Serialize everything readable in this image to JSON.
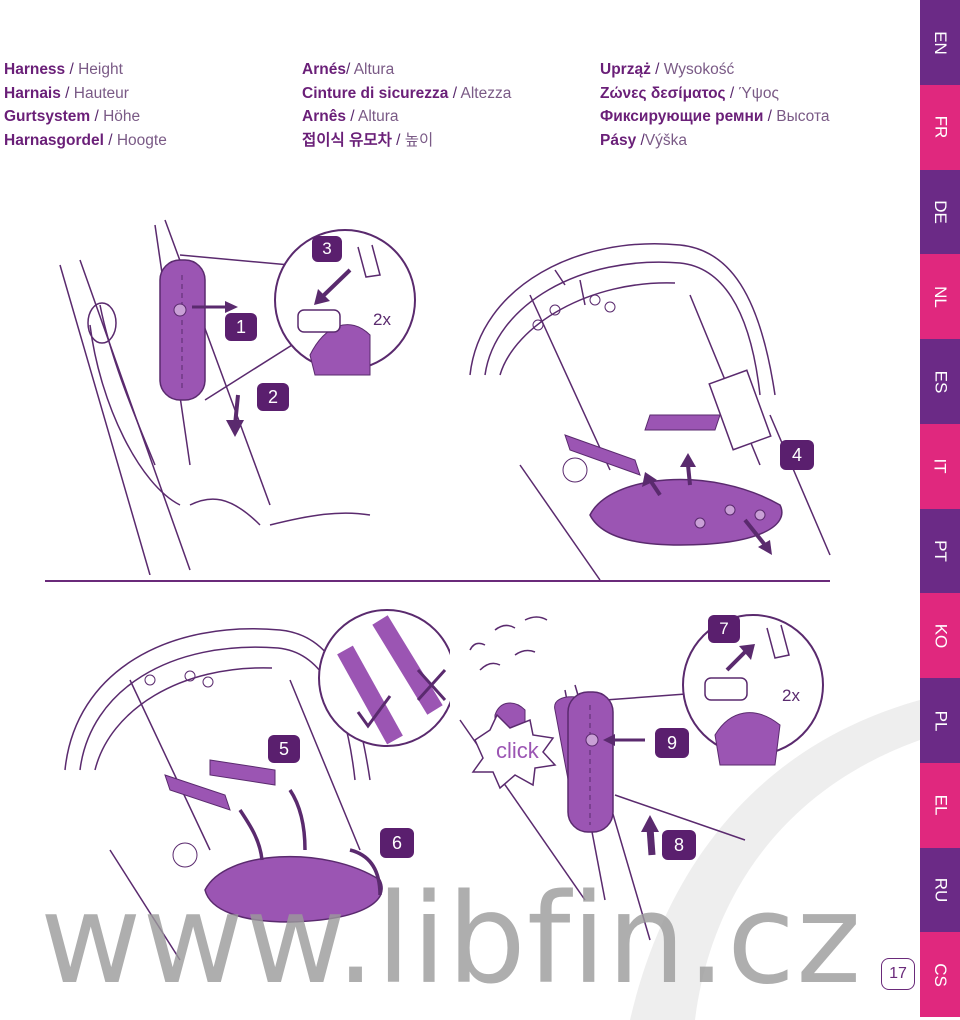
{
  "titles": {
    "col1": [
      {
        "bold": "Harness",
        "sep": " / ",
        "sub": "Height"
      },
      {
        "bold": "Harnais",
        "sep": " / ",
        "sub": "Hauteur"
      },
      {
        "bold": "Gurtsystem",
        "sep": " / ",
        "sub": "Höhe"
      },
      {
        "bold": "Harnasgordel",
        "sep": " / ",
        "sub": "Hoogte"
      }
    ],
    "col2": [
      {
        "bold": "Arnés",
        "sep": "/ ",
        "sub": "Altura"
      },
      {
        "bold": "Cinture di sicurezza",
        "sep": " / ",
        "sub": "Altezza"
      },
      {
        "bold": "Arnês",
        "sep": " / ",
        "sub": "Altura"
      },
      {
        "bold": "접이식 유모차",
        "sep": " / ",
        "sub": "높이"
      }
    ],
    "col3": [
      {
        "bold": "Uprząż",
        "sep": " / ",
        "sub": "Wysokość"
      },
      {
        "bold": "Ζώνες δεσίματος",
        "sep": " / ",
        "sub": "Ύψος"
      },
      {
        "bold": "Фиксирующие ремни",
        "sep": " / ",
        "sub": "Высота"
      },
      {
        "bold": "Pásy",
        "sep": " /",
        "sub": "Výška"
      }
    ]
  },
  "steps": {
    "s1": "1",
    "s2": "2",
    "s3": "3",
    "s4": "4",
    "s5": "5",
    "s6": "6",
    "s7": "7",
    "s8": "8",
    "s9": "9"
  },
  "labels": {
    "twox_a": "2x",
    "twox_b": "2x",
    "click": "click"
  },
  "sidebar": [
    {
      "code": "EN",
      "color": "#6b2a86"
    },
    {
      "code": "FR",
      "color": "#e0287e"
    },
    {
      "code": "DE",
      "color": "#6b2a86"
    },
    {
      "code": "NL",
      "color": "#e0287e"
    },
    {
      "code": "ES",
      "color": "#6b2a86"
    },
    {
      "code": "IT",
      "color": "#e0287e"
    },
    {
      "code": "PT",
      "color": "#6b2a86"
    },
    {
      "code": "KO",
      "color": "#e0287e"
    },
    {
      "code": "PL",
      "color": "#6b2a86"
    },
    {
      "code": "EL",
      "color": "#e0287e"
    },
    {
      "code": "RU",
      "color": "#6b2a86"
    },
    {
      "code": "CS",
      "color": "#e0287e"
    }
  ],
  "page_number": "17",
  "watermark": "www.libfin.cz",
  "colors": {
    "accent": "#9b55b3",
    "dark": "#5a1f6e",
    "outline": "#5a2a6e"
  }
}
